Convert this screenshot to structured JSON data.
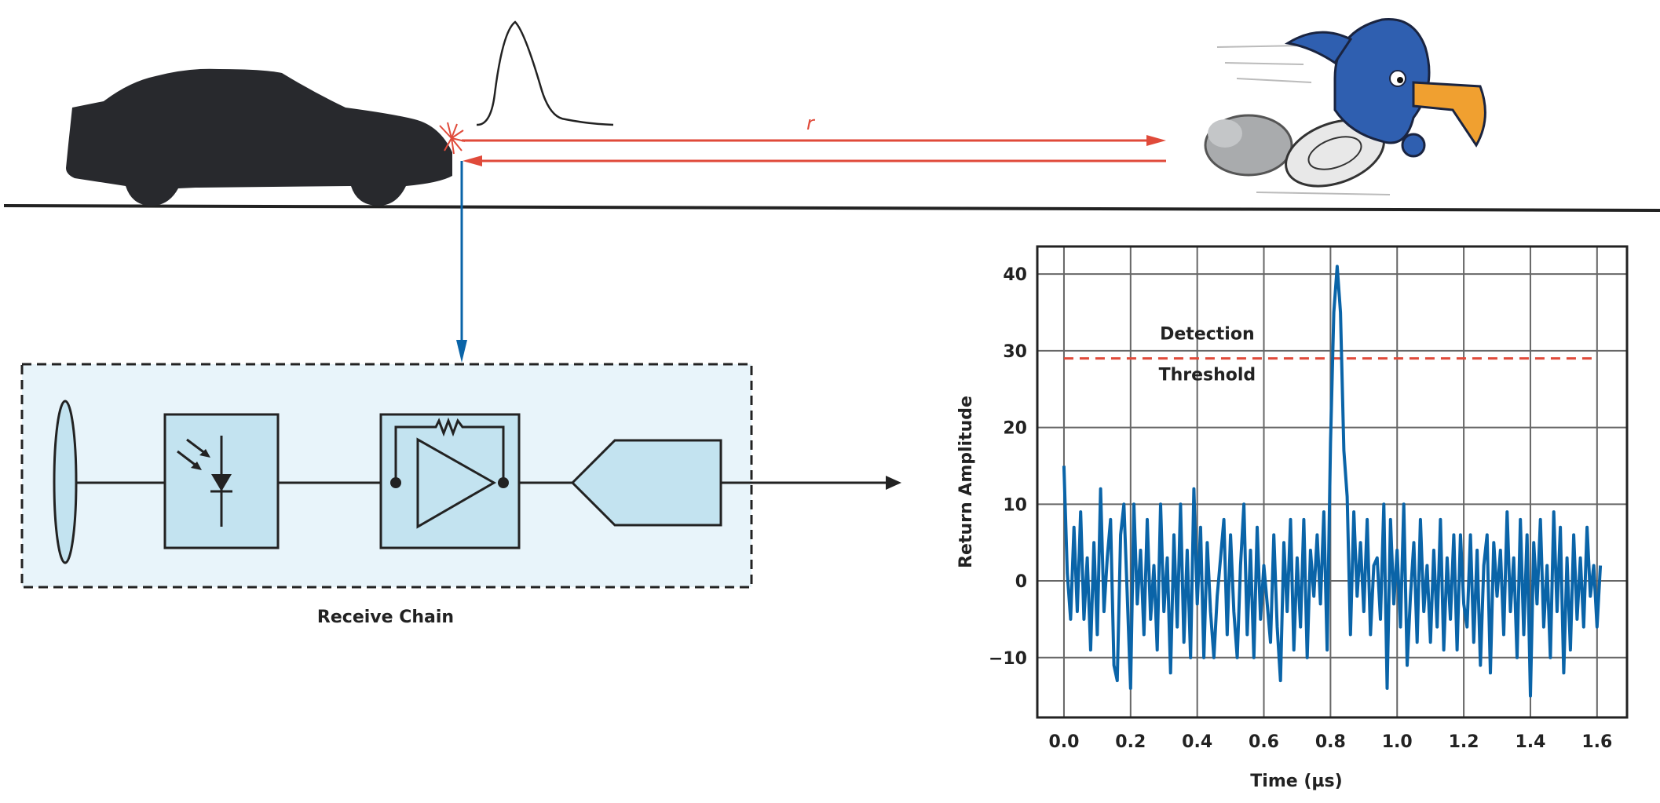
{
  "scene": {
    "range_label": "r",
    "receive_chain_label": "Receive Chain",
    "colors": {
      "car": "#28292d",
      "laser": "#e04a3a",
      "signal": "#0a64a8",
      "chain_fill": "#e8f4fa",
      "block_fill": "#c3e3f0",
      "bird": "#2f5fb0",
      "beak": "#f0a030"
    }
  },
  "chart_data": {
    "type": "line",
    "title": "",
    "xlabel": "Time (µs)",
    "ylabel": "Return Amplitude",
    "xlim": [
      -0.08,
      1.69
    ],
    "ylim": [
      -17.8,
      43.6
    ],
    "xticks": [
      "0.0",
      "0.2",
      "0.4",
      "0.6",
      "0.8",
      "1.0",
      "1.2",
      "1.4",
      "1.6"
    ],
    "yticks": [
      "40",
      "30",
      "20",
      "10",
      "0",
      "-10"
    ],
    "grid": true,
    "threshold": {
      "value": 29,
      "label_top": "Detection",
      "label_bottom": "Threshold",
      "color": "#e04a3a"
    },
    "series": [
      {
        "color": "#0a64a8",
        "x": [
          0,
          0.01,
          0.02,
          0.03,
          0.04,
          0.05,
          0.06,
          0.07,
          0.08,
          0.09,
          0.1,
          0.11,
          0.12,
          0.13,
          0.14,
          0.15,
          0.16,
          0.17,
          0.18,
          0.19,
          0.2,
          0.21,
          0.22,
          0.23,
          0.24,
          0.25,
          0.26,
          0.27,
          0.28,
          0.29,
          0.3,
          0.31,
          0.32,
          0.33,
          0.34,
          0.35,
          0.36,
          0.37,
          0.38,
          0.39,
          0.4,
          0.41,
          0.42,
          0.43,
          0.44,
          0.45,
          0.46,
          0.47,
          0.48,
          0.49,
          0.5,
          0.51,
          0.52,
          0.53,
          0.54,
          0.55,
          0.56,
          0.57,
          0.58,
          0.59,
          0.6,
          0.61,
          0.62,
          0.63,
          0.64,
          0.65,
          0.66,
          0.67,
          0.68,
          0.69,
          0.7,
          0.71,
          0.72,
          0.73,
          0.74,
          0.75,
          0.76,
          0.77,
          0.78,
          0.79,
          0.8,
          0.81,
          0.82,
          0.83,
          0.84,
          0.85,
          0.86,
          0.87,
          0.88,
          0.89,
          0.9,
          0.91,
          0.92,
          0.93,
          0.94,
          0.95,
          0.96,
          0.97,
          0.98,
          0.99,
          1,
          1.01,
          1.02,
          1.03,
          1.04,
          1.05,
          1.06,
          1.07,
          1.08,
          1.09,
          1.1,
          1.11,
          1.12,
          1.13,
          1.14,
          1.15,
          1.16,
          1.17,
          1.18,
          1.19,
          1.2,
          1.21,
          1.22,
          1.23,
          1.24,
          1.25,
          1.26,
          1.27,
          1.28,
          1.29,
          1.3,
          1.31,
          1.32,
          1.33,
          1.34,
          1.35,
          1.36,
          1.37,
          1.38,
          1.39,
          1.4,
          1.41,
          1.42,
          1.43,
          1.44,
          1.45,
          1.46,
          1.47,
          1.48,
          1.49,
          1.5,
          1.51,
          1.52,
          1.53,
          1.54,
          1.55,
          1.56,
          1.57,
          1.58,
          1.59,
          1.6,
          1.61
        ],
        "y": [
          15,
          1,
          -5,
          7,
          -4,
          9,
          -5,
          3,
          -9,
          5,
          -7,
          12,
          -4,
          3,
          8,
          -11,
          -13,
          6,
          10,
          -2,
          -14,
          10,
          -3,
          4,
          -7,
          8,
          -5,
          2,
          -9,
          10,
          -4,
          3,
          -12,
          6,
          -6,
          10,
          -8,
          4,
          -10,
          12,
          -3,
          7,
          -10,
          5,
          -4,
          -10,
          -2,
          3,
          8,
          -7,
          6,
          -4,
          -10,
          2,
          10,
          -7,
          4,
          -10,
          7,
          -5,
          2,
          -3,
          -8,
          6,
          -6,
          -13,
          5,
          -4,
          8,
          -9,
          3,
          -6,
          8,
          -10,
          4,
          -2,
          6,
          -3,
          9,
          -9,
          18,
          35,
          41,
          35,
          17,
          11,
          -7,
          9,
          -2,
          5,
          -4,
          8,
          -7,
          2,
          3,
          -5,
          10,
          -14,
          8,
          -3,
          4,
          -6,
          10,
          -11,
          -2,
          5,
          -8,
          8,
          -4,
          2,
          -8,
          4,
          -6,
          8,
          -9,
          3,
          -5,
          6,
          -9,
          6,
          -3,
          -6,
          6,
          -8,
          4,
          -11,
          2,
          6,
          -12,
          5,
          -2,
          4,
          -7,
          9,
          -4,
          3,
          -10,
          8,
          -7,
          6,
          -15,
          5,
          -3,
          8,
          -6,
          2,
          -10,
          9,
          -4,
          7,
          -12,
          3,
          -9,
          6,
          -5,
          3,
          -6,
          7,
          -2,
          2,
          -6,
          2
        ]
      }
    ]
  }
}
